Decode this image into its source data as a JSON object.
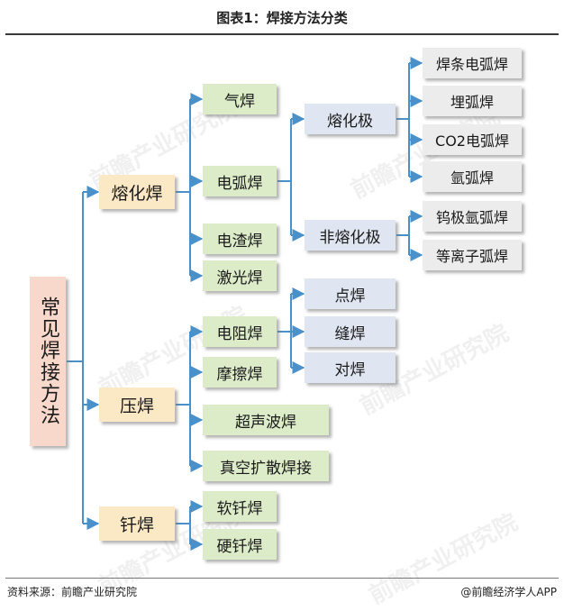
{
  "title": "图表1：焊接方法分类",
  "footer": {
    "source": "资料来源：前瞻产业研究院",
    "brand": "@前瞻经济学人APP"
  },
  "watermark": "前瞻产业研究院",
  "diagram": {
    "root": "常见焊接方法",
    "fusion": {
      "label": "熔化焊",
      "gas": "气焊",
      "arc": "电弧焊",
      "electroslag": "电渣焊",
      "laser": "激光焊",
      "consumable": "熔化极",
      "non_consumable": "非熔化极",
      "smaw": "焊条电弧焊",
      "saw": "埋弧焊",
      "co2": "CO2电弧焊",
      "argon": "氩弧焊",
      "tig": "钨极氩弧焊",
      "plasma": "等离子弧焊"
    },
    "pressure": {
      "label": "压焊",
      "resistance": "电阻焊",
      "friction": "摩擦焊",
      "ultrasonic": "超声波焊",
      "vacuum": "真空扩散焊接",
      "spot": "点焊",
      "seam": "缝焊",
      "butt": "对焊"
    },
    "brazing": {
      "label": "钎焊",
      "soft": "软钎焊",
      "hard": "硬钎焊"
    }
  }
}
